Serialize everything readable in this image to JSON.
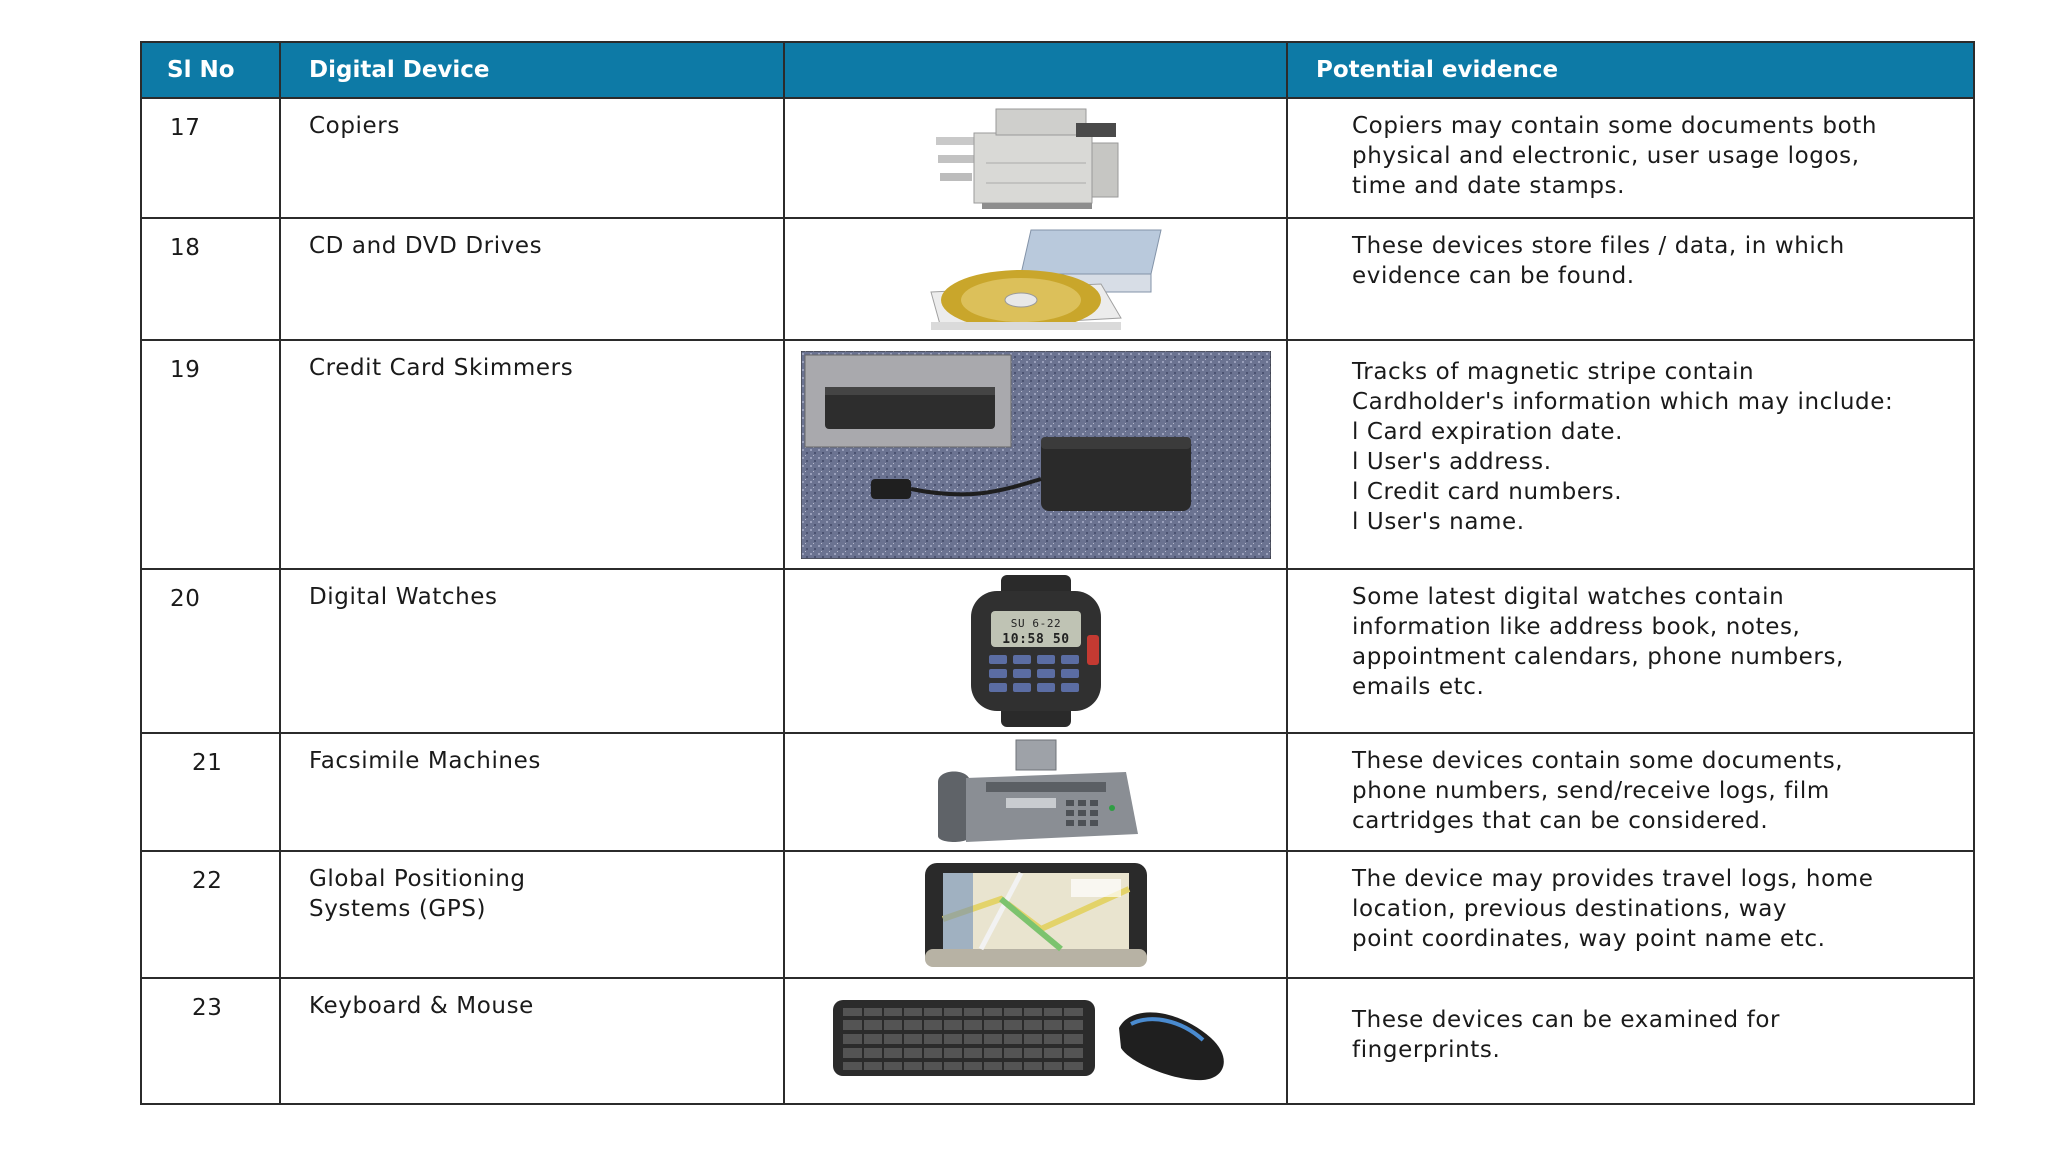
{
  "headers": {
    "sl_no": "Sl No",
    "device": "Digital Device",
    "image": "",
    "evidence": "Potential evidence"
  },
  "rows": [
    {
      "no": "17",
      "device": [
        "Copiers"
      ],
      "image_icon": "copier-icon",
      "evidence": [
        "Copiers may contain some documents both",
        "physical and electronic, user usage logos,",
        "time and date stamps."
      ]
    },
    {
      "no": "18",
      "device": [
        "CD and DVD Drives"
      ],
      "image_icon": "cd-dvd-drive-icon",
      "evidence": [
        "These devices store files / data, in which",
        "evidence can be found."
      ]
    },
    {
      "no": "19",
      "device": [
        "Credit Card Skimmers"
      ],
      "image_icon": "card-skimmer-icon",
      "evidence": [
        "Tracks of magnetic stripe contain",
        "Cardholder's information which may include:",
        "l Card expiration date.",
        "l User's address.",
        "l Credit card numbers.",
        "l User's name."
      ]
    },
    {
      "no": "20",
      "device": [
        "Digital Watches"
      ],
      "image_icon": "digital-watch-icon",
      "evidence": [
        "Some latest digital watches contain",
        "information like address book, notes,",
        "appointment calendars, phone numbers,",
        "emails etc."
      ]
    },
    {
      "no": "21",
      "device": [
        "Facsimile Machines"
      ],
      "image_icon": "fax-machine-icon",
      "evidence": [
        "These devices contain some documents,",
        "phone numbers, send/receive logs, film",
        "cartridges that can be considered."
      ]
    },
    {
      "no": "22",
      "device": [
        "Global Positioning",
        "Systems (GPS)"
      ],
      "image_icon": "gps-device-icon",
      "evidence": [
        "The device may provides travel logs, home",
        "location, previous destinations, way",
        "point coordinates, way point name etc."
      ]
    },
    {
      "no": "23",
      "device": [
        "Keyboard & Mouse"
      ],
      "image_icon": "keyboard-mouse-icon",
      "evidence": [
        "These devices can be examined for",
        "fingerprints."
      ]
    }
  ],
  "watch_display": {
    "line1": "SU 6-22",
    "line2": "10:58 50"
  }
}
